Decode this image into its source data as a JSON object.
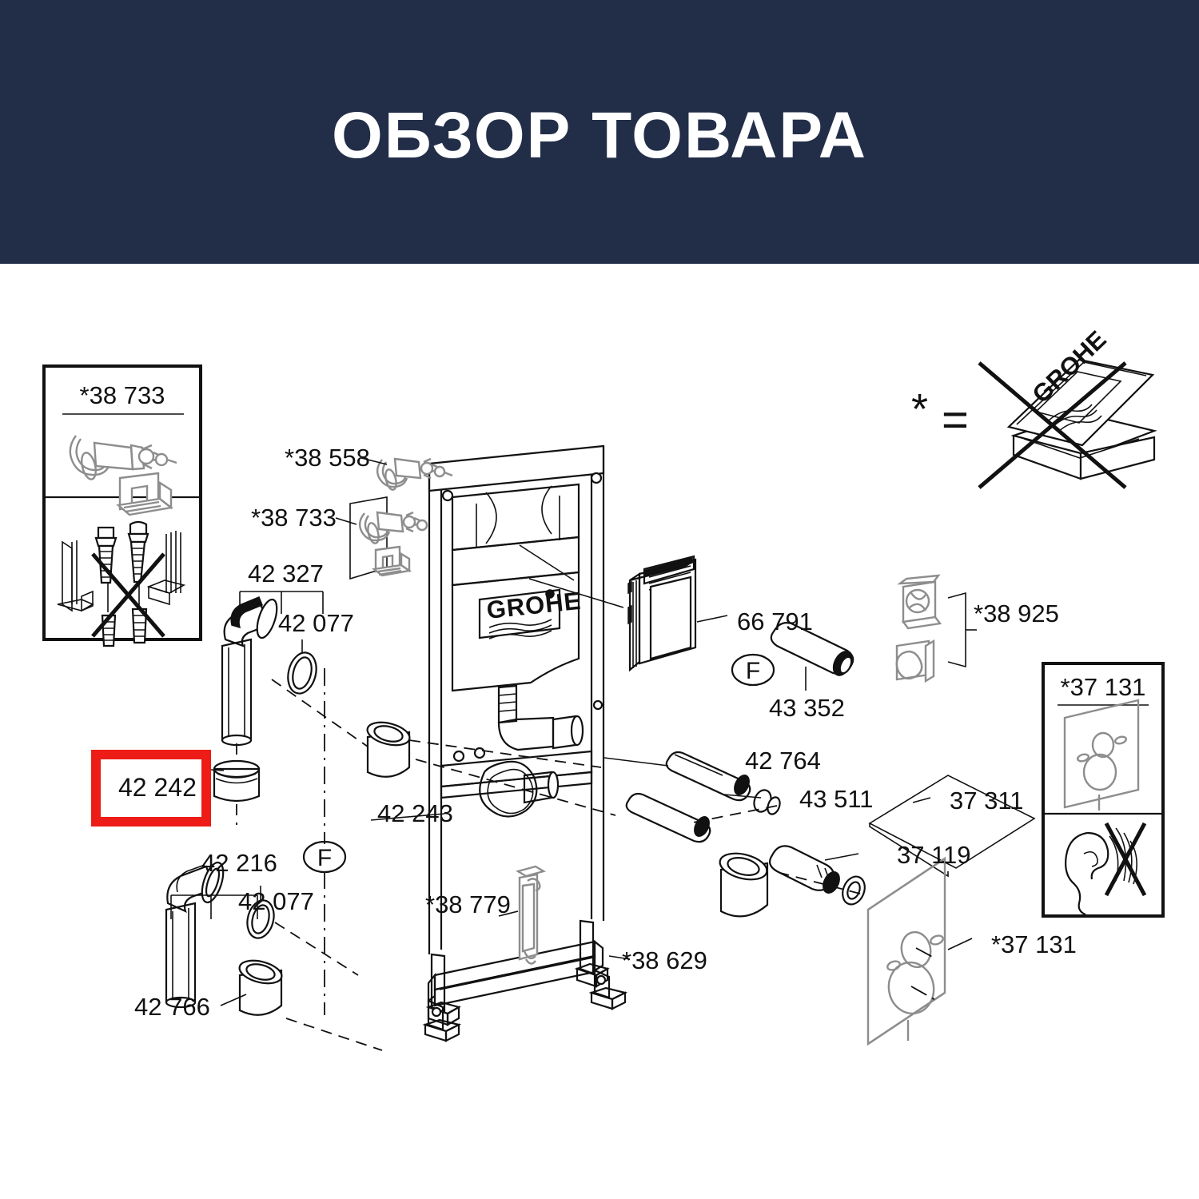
{
  "header": {
    "title": "ОБЗОР ТОВАРА",
    "background_color": "#222e48",
    "text_color": "#ffffff"
  },
  "colors": {
    "highlight_red": "#ed1c16",
    "line_black": "#111111",
    "accent_gray": "#8d8d8d",
    "page_background": "#ffffff"
  },
  "diagram": {
    "type": "exploded-parts-diagram",
    "brand_mark": "GROHE",
    "legend": {
      "star_symbol": "*",
      "equals_symbol": "=",
      "meaning_icon": "crossed-out-grohe-box-icon"
    },
    "inset_top_left": {
      "title": "*38 733",
      "upper_icon": "wall-anchor-bracket-icon",
      "lower_icon": "crossed-out-anchor-bolts-icon"
    },
    "inset_right": {
      "title": "*37 131",
      "upper_icon": "sound-insulation-plate-icon",
      "lower_icon": "crossed-out-ear-noise-icon"
    },
    "highlight_box": {
      "label": "42 242",
      "border_color": "#ed1c16"
    },
    "f_markers": [
      "F",
      "F"
    ],
    "labels": [
      {
        "id": "l1",
        "text": "*38 558"
      },
      {
        "id": "l2",
        "text": "*38 733"
      },
      {
        "id": "l3",
        "text": "42 327"
      },
      {
        "id": "l4",
        "text": "42 077"
      },
      {
        "id": "l5",
        "text": "66 791"
      },
      {
        "id": "l6",
        "text": "*38 925"
      },
      {
        "id": "l7",
        "text": "43 352"
      },
      {
        "id": "l8",
        "text": "42 764"
      },
      {
        "id": "l9",
        "text": "43 511"
      },
      {
        "id": "l10",
        "text": "37 311"
      },
      {
        "id": "l11",
        "text": "37 119"
      },
      {
        "id": "l12",
        "text": "42 243"
      },
      {
        "id": "l13",
        "text": "*38 779"
      },
      {
        "id": "l14",
        "text": "42 216"
      },
      {
        "id": "l15",
        "text": "42 077"
      },
      {
        "id": "l16",
        "text": "42 766"
      },
      {
        "id": "l17",
        "text": "*38 629"
      },
      {
        "id": "l18",
        "text": "*37 131"
      },
      {
        "id": "l19",
        "text": "42 242"
      },
      {
        "id": "l20",
        "text": "*38 733"
      },
      {
        "id": "l21",
        "text": "*37 131"
      }
    ]
  }
}
